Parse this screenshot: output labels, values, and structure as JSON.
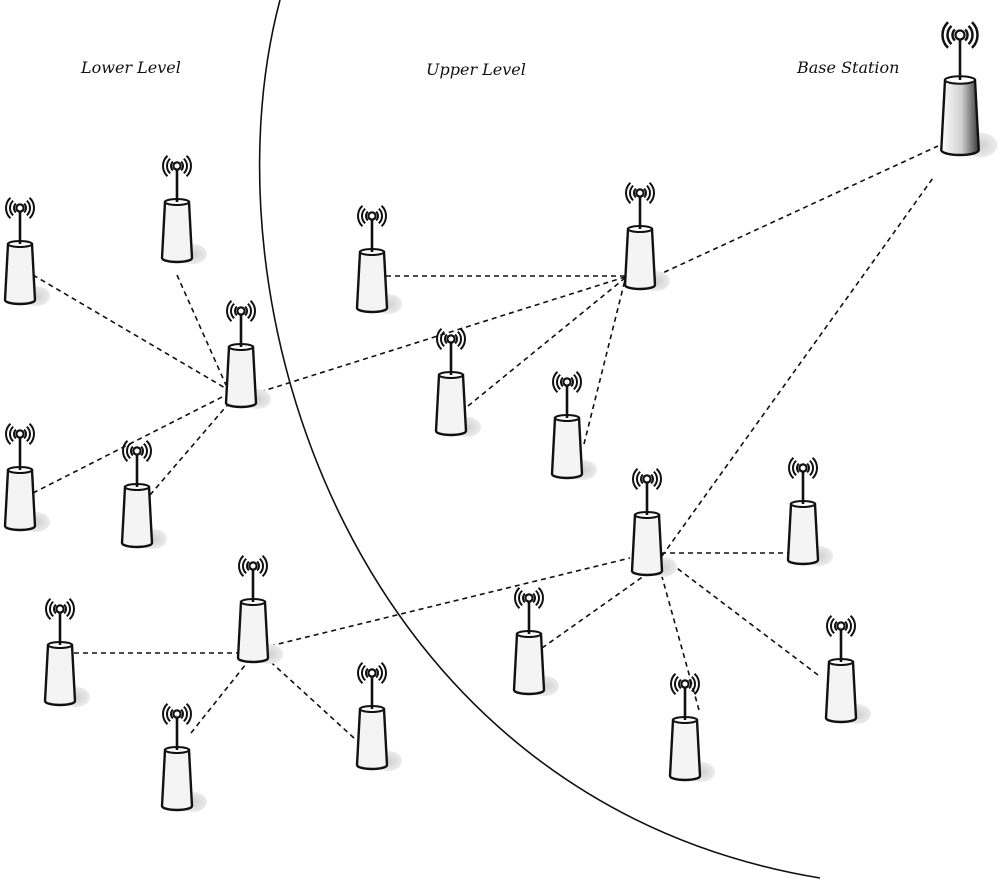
{
  "labels": {
    "lower_level": "Lower Level",
    "upper_level": "Upper Level",
    "base_station": "Base Station"
  },
  "colors": {
    "stroke": "#111111",
    "node_fill": "#f4f4f4",
    "shadow": "#d9d9d9",
    "link": "#111111"
  },
  "nodes": [
    {
      "id": "base-station",
      "icon": "base-station-tower-icon",
      "level": "base"
    },
    {
      "id": "L1",
      "icon": "sensor-node-icon",
      "level": "lower"
    },
    {
      "id": "L2",
      "icon": "sensor-node-icon",
      "level": "lower"
    },
    {
      "id": "L3",
      "icon": "sensor-node-icon",
      "level": "lower"
    },
    {
      "id": "L4",
      "icon": "sensor-node-icon",
      "level": "lower"
    },
    {
      "id": "L5",
      "icon": "sensor-node-icon",
      "level": "lower"
    },
    {
      "id": "L6",
      "icon": "sensor-node-icon",
      "level": "lower"
    },
    {
      "id": "L7",
      "icon": "sensor-node-icon",
      "level": "lower"
    },
    {
      "id": "L8",
      "icon": "sensor-node-icon",
      "level": "lower"
    },
    {
      "id": "L9",
      "icon": "sensor-node-icon",
      "level": "lower"
    },
    {
      "id": "L10",
      "icon": "sensor-node-icon",
      "level": "lower"
    },
    {
      "id": "U1",
      "icon": "sensor-node-icon",
      "level": "upper"
    },
    {
      "id": "U2",
      "icon": "sensor-node-icon",
      "level": "upper"
    },
    {
      "id": "U3",
      "icon": "sensor-node-icon",
      "level": "upper"
    },
    {
      "id": "U4",
      "icon": "sensor-node-icon",
      "level": "upper"
    },
    {
      "id": "U5",
      "icon": "sensor-node-icon",
      "level": "upper"
    },
    {
      "id": "U6",
      "icon": "sensor-node-icon",
      "level": "upper"
    },
    {
      "id": "U7",
      "icon": "sensor-node-icon",
      "level": "upper"
    },
    {
      "id": "U8",
      "icon": "sensor-node-icon",
      "level": "upper"
    },
    {
      "id": "U9",
      "icon": "sensor-node-icon",
      "level": "upper"
    }
  ],
  "links": [
    {
      "from": "L1",
      "to": "L3"
    },
    {
      "from": "L2",
      "to": "L3"
    },
    {
      "from": "L4",
      "to": "L3"
    },
    {
      "from": "L5",
      "to": "L3"
    },
    {
      "from": "L3",
      "to": "U2"
    },
    {
      "from": "U1",
      "to": "U2"
    },
    {
      "from": "U3",
      "to": "U2"
    },
    {
      "from": "U4",
      "to": "U2"
    },
    {
      "from": "U2",
      "to": "base-station"
    },
    {
      "from": "U5",
      "to": "base-station"
    },
    {
      "from": "L6",
      "to": "L7"
    },
    {
      "from": "L8",
      "to": "L7"
    },
    {
      "from": "L9",
      "to": "L7"
    },
    {
      "from": "L7",
      "to": "U5"
    },
    {
      "from": "U6",
      "to": "U5"
    },
    {
      "from": "U7",
      "to": "U5"
    },
    {
      "from": "U8",
      "to": "U5"
    },
    {
      "from": "U9",
      "to": "U5"
    }
  ]
}
